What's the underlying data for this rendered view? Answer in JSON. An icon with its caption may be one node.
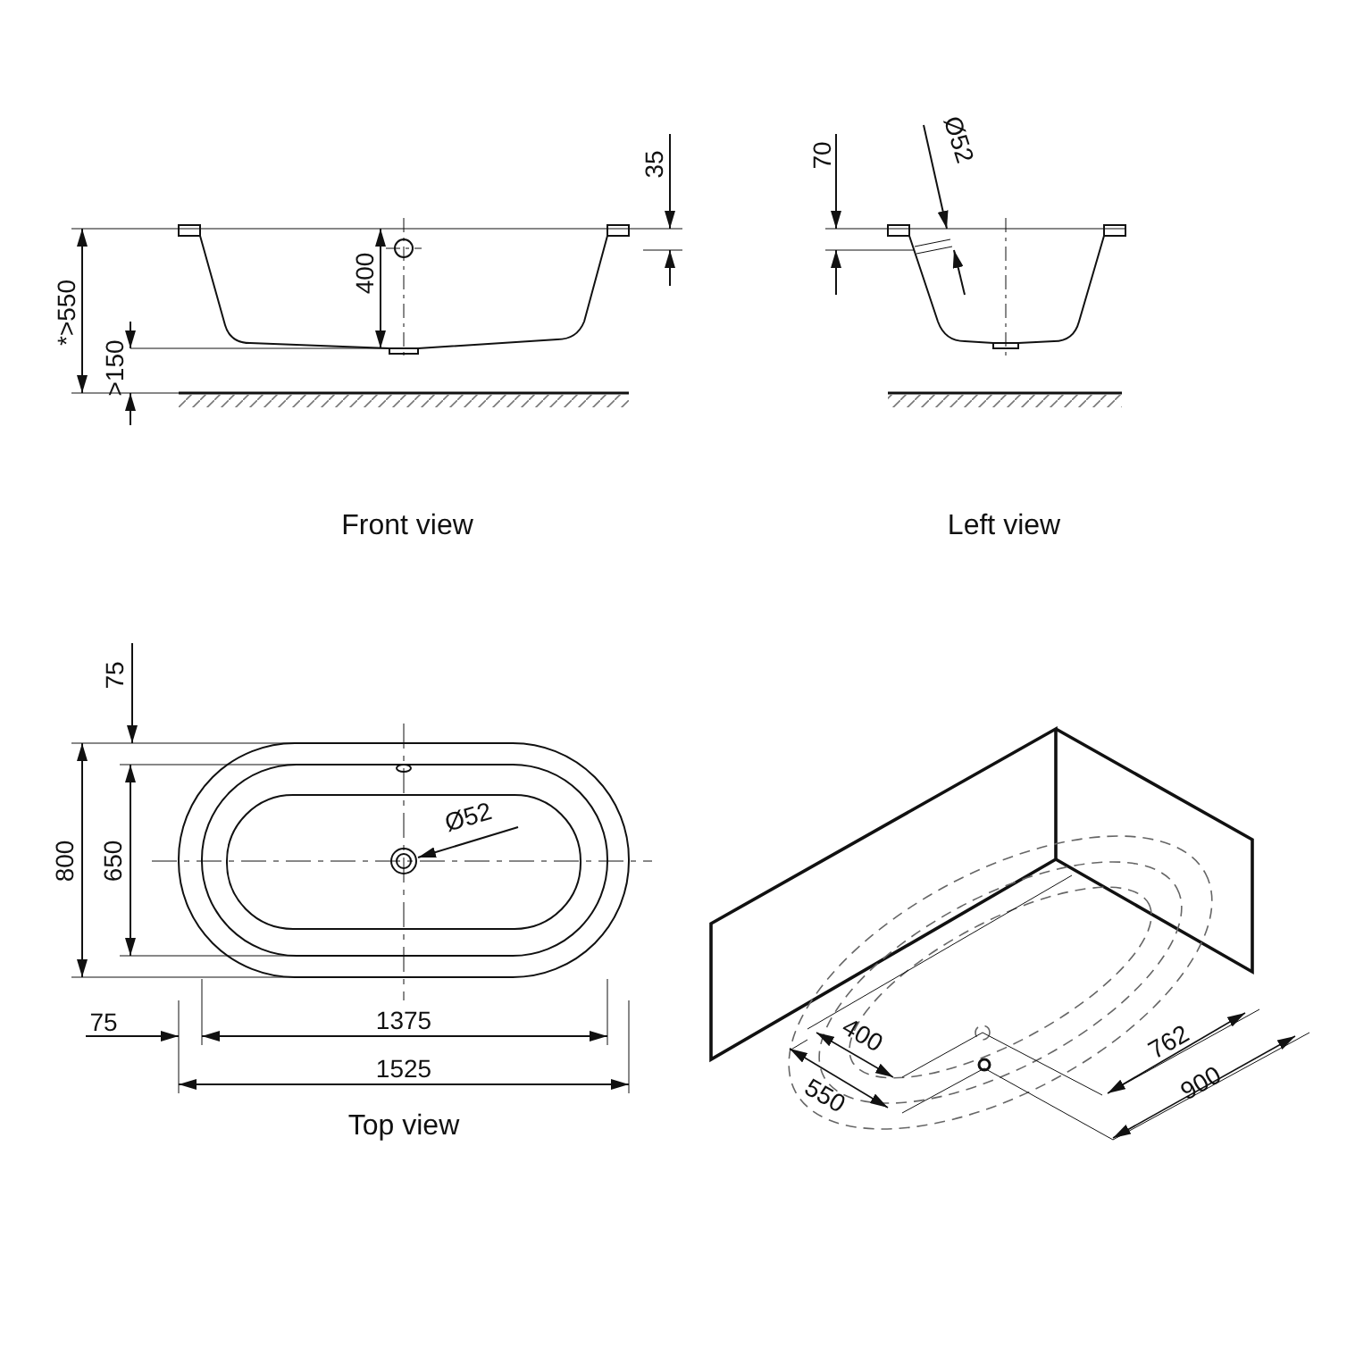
{
  "diagram": {
    "labels": [
      "35",
      "70",
      "Ø52",
      "*>550",
      "400",
      ">150",
      "Front view",
      "Left view",
      "75",
      "800",
      "650",
      "Ø52",
      "75",
      "1375",
      "1525",
      "Top view",
      "400",
      "550",
      "762",
      "900"
    ]
  }
}
